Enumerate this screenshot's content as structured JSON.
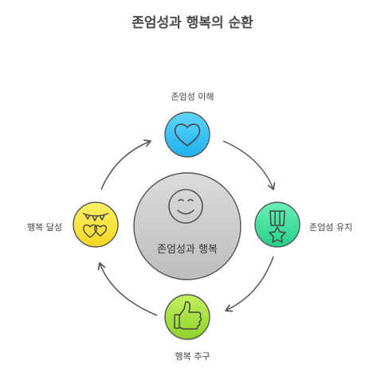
{
  "title": "존엄성과 행복의 순환",
  "center": {
    "label": "존엄성과 행복",
    "icon": "smiley-icon"
  },
  "nodes": {
    "top": {
      "label": "존엄성 이해",
      "icon": "heart-icon",
      "color": "#3cc4f5"
    },
    "right": {
      "label": "존엄성 유지",
      "icon": "medal-icon",
      "color": "#3ee0a0"
    },
    "bottom": {
      "label": "행복 추구",
      "icon": "thumbs-up-icon",
      "color": "#a5e23c"
    },
    "left": {
      "label": "행복 달성",
      "icon": "hearts-bunting-icon",
      "color": "#fbe43a"
    }
  }
}
